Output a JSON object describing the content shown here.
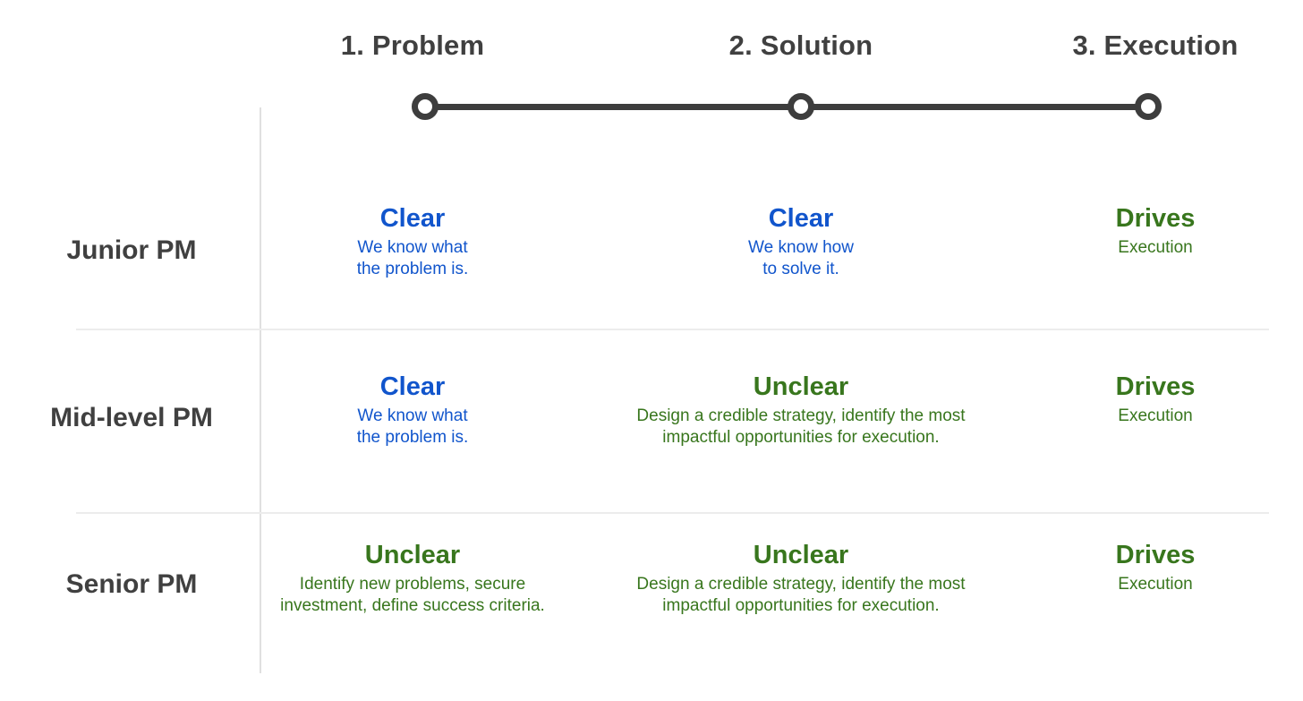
{
  "palette": {
    "blue": "#1155CC",
    "green": "#38761D",
    "dark_gray": "#404040",
    "timeline_dark": "#3d3d3d",
    "grid_line_gray": "#e6e6e6"
  },
  "columns": [
    {
      "label": "1. Problem"
    },
    {
      "label": "2. Solution"
    },
    {
      "label": "3. Execution"
    }
  ],
  "rows": [
    {
      "label": "Junior PM",
      "cells": [
        {
          "status": "Clear",
          "description": "We know what\nthe problem is.",
          "tone": "blue"
        },
        {
          "status": "Clear",
          "description": "We know how\nto solve it.",
          "tone": "blue"
        },
        {
          "status": "Drives",
          "description": "Execution",
          "tone": "green"
        }
      ]
    },
    {
      "label": "Mid-level PM",
      "cells": [
        {
          "status": "Clear",
          "description": "We know what\nthe problem is.",
          "tone": "blue"
        },
        {
          "status": "Unclear",
          "description": "Design a credible strategy, identify the most\nimpactful opportunities for execution.",
          "tone": "green"
        },
        {
          "status": "Drives",
          "description": "Execution",
          "tone": "green"
        }
      ]
    },
    {
      "label": "Senior PM",
      "cells": [
        {
          "status": "Unclear",
          "description": "Identify new problems, secure\ninvestment, define success criteria.",
          "tone": "green"
        },
        {
          "status": "Unclear",
          "description": "Design a credible strategy, identify the most\nimpactful opportunities for execution.",
          "tone": "green"
        },
        {
          "status": "Drives",
          "description": "Execution",
          "tone": "green"
        }
      ]
    }
  ]
}
